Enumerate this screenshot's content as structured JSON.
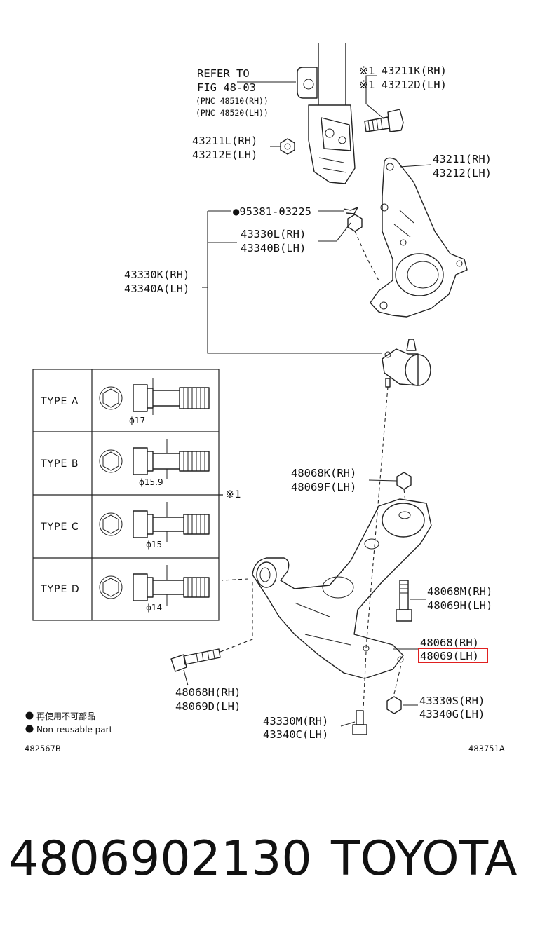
{
  "callouts": {
    "refer": [
      "REFER TO",
      "FIG 48-03",
      "(PNC 48510(RH))",
      "(PNC 48520(LH))"
    ],
    "bolt_top": [
      "※1 43211K(RH)",
      "※1 43212D(LH)"
    ],
    "nut_top": [
      "43211L(RH)",
      "43212E(LH)"
    ],
    "knuckle": [
      "43211(RH)",
      "43212(LH)"
    ],
    "pin": "●95381-03225",
    "ball_joint_nut": [
      "43330L(RH)",
      "43340B(LH)"
    ],
    "ball_joint": [
      "43330K(RH)",
      "43340A(LH)"
    ],
    "arm_nut": [
      "48068K(RH)",
      "48069F(LH)"
    ],
    "arm_bolt_v": [
      "48068M(RH)",
      "48069H(LH)"
    ],
    "arm": [
      "48068(RH)",
      "48069(LH)"
    ],
    "arm_bolt_h": [
      "48068H(RH)",
      "48069D(LH)"
    ],
    "bj_nut_bottom": [
      "43330S(RH)",
      "43340G(LH)"
    ],
    "bj_bolt_bottom": [
      "43330M(RH)",
      "43340C(LH)"
    ]
  },
  "types_table": {
    "rows": [
      {
        "label": "TYPE A",
        "diameter": "ϕ17"
      },
      {
        "label": "TYPE B",
        "diameter": "ϕ15.9"
      },
      {
        "label": "TYPE C",
        "diameter": "ϕ15"
      },
      {
        "label": "TYPE D",
        "diameter": "ϕ14"
      }
    ],
    "note": "※1"
  },
  "legend": {
    "jp": "再使用不可部品",
    "en": "Non-reusable part"
  },
  "codes": {
    "left": "482567B",
    "right": "483751A"
  },
  "highlight_color": "#e02020",
  "caption": {
    "part_number": "4806902130",
    "brand": "TOYOTA"
  }
}
